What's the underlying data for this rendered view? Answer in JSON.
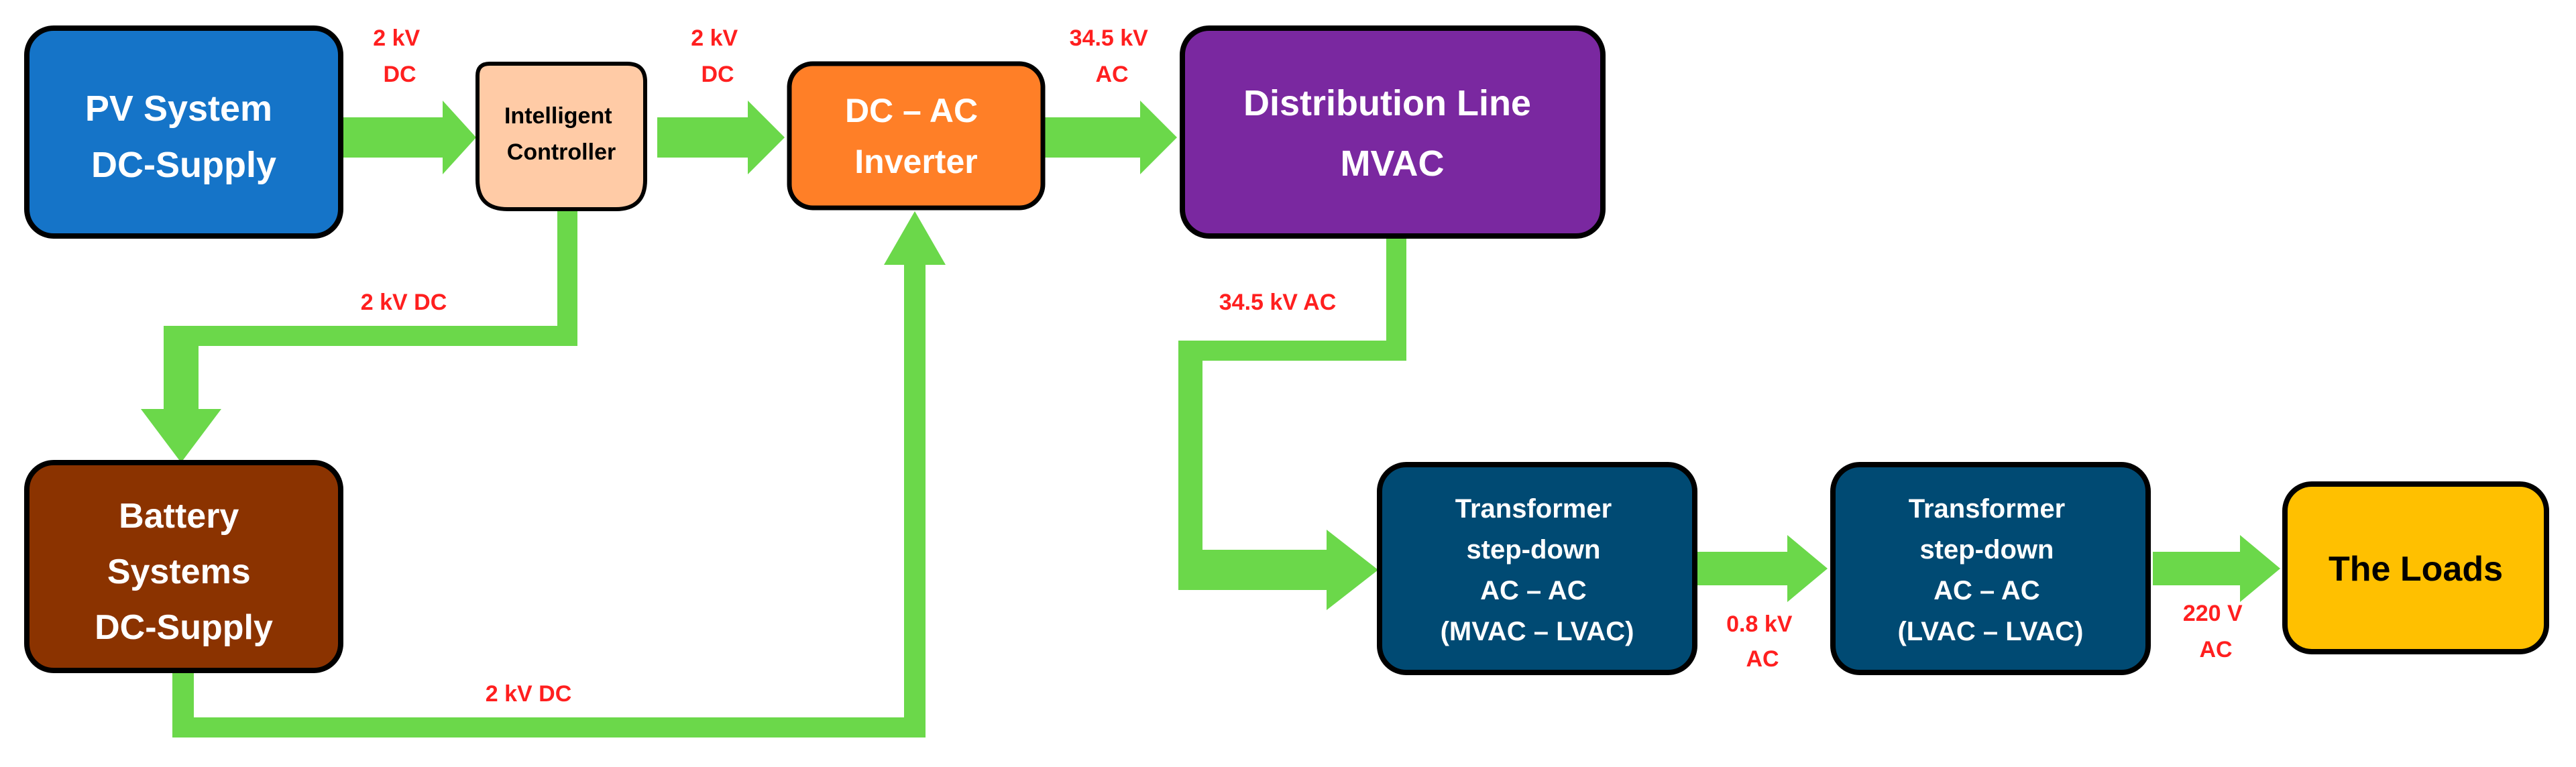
{
  "colors": {
    "arrow": "#6bd84a",
    "label": "#ff1f1f",
    "stroke": "#000000",
    "pv": "#1574c8",
    "controller": "#ffcba6",
    "inverter": "#ff7f27",
    "distribution": "#7a28a0",
    "battery": "#8b3300",
    "transformer": "#004a73",
    "loads": "#ffc000"
  },
  "blocks": {
    "pv": [
      "PV System",
      "DC-Supply"
    ],
    "controller": [
      "Intelligent",
      "Controller"
    ],
    "inverter": [
      "DC – AC",
      "Inverter"
    ],
    "distribution": [
      "Distribution Line",
      "MVAC"
    ],
    "battery": [
      "Battery",
      "Systems",
      "DC-Supply"
    ],
    "transformer1": [
      "Transformer",
      "step-down",
      "AC – AC",
      "(MVAC – LVAC)"
    ],
    "transformer2": [
      "Transformer",
      "step-down",
      "AC – AC",
      "(LVAC – LVAC)"
    ],
    "loads": [
      "The Loads"
    ]
  },
  "labels": {
    "pv_to_ctrl": [
      "2 kV",
      "DC"
    ],
    "ctrl_to_inv": [
      "2 kV",
      "DC"
    ],
    "inv_to_dist": [
      "34.5 kV",
      "AC"
    ],
    "ctrl_to_batt": [
      "2 kV DC"
    ],
    "batt_to_inv": [
      "2 kV DC"
    ],
    "dist_down": [
      "34.5 kV AC"
    ],
    "t1_to_t2": [
      "0.8 kV",
      "AC"
    ],
    "t2_to_loads": [
      "220 V",
      "AC"
    ]
  }
}
